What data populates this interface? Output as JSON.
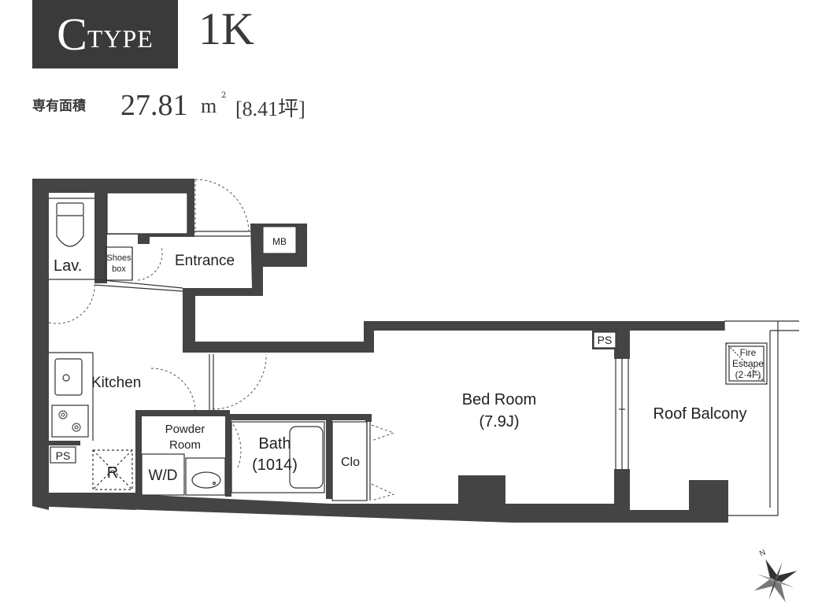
{
  "header": {
    "type_initial": "C",
    "type_word": "TYPE",
    "plan_code": "1K"
  },
  "area": {
    "label": "専有面積",
    "value": "27.81",
    "unit": "m",
    "unit_sup": "2",
    "tsubo": "[8.41坪]"
  },
  "rooms": {
    "lav": "Lav.",
    "shoes_line1": "Shoes",
    "shoes_line2": "box",
    "entrance": "Entrance",
    "mb": "MB",
    "ps_top": "PS",
    "kitchen": "Kitchen",
    "ps_left": "PS",
    "refrigerator": "R",
    "powder_line1": "Powder",
    "powder_line2": "Room",
    "washer": "W/D",
    "bath_line1": "Bath",
    "bath_line2": "(1014)",
    "closet": "Clo",
    "bedroom_line1": "Bed Room",
    "bedroom_line2": "(7.9J)",
    "balcony": "Roof Balcony",
    "fire_line1": "Fire",
    "fire_line2": "Escape",
    "fire_line3": "(2·4F)"
  },
  "compass": {
    "north": "N"
  }
}
